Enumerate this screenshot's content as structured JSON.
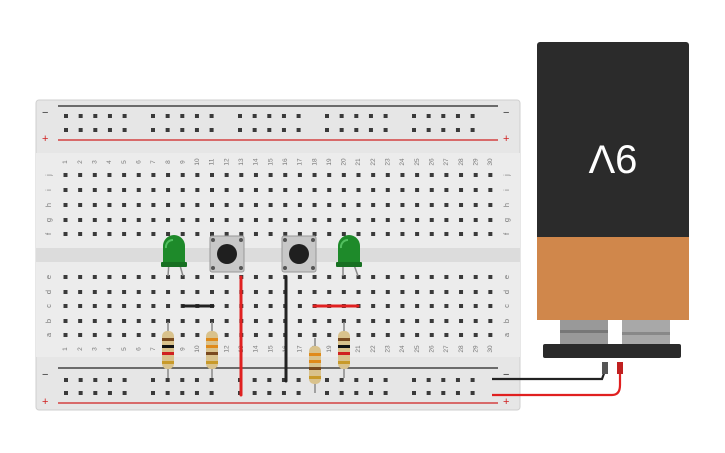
{
  "breadboard": {
    "columns": [
      "1",
      "2",
      "3",
      "4",
      "5",
      "6",
      "7",
      "8",
      "9",
      "10",
      "11",
      "12",
      "13",
      "14",
      "15",
      "16",
      "17",
      "18",
      "19",
      "20",
      "21",
      "22",
      "23",
      "24",
      "25",
      "26",
      "27",
      "28",
      "29",
      "30"
    ],
    "rows_top": [
      "j",
      "i",
      "h",
      "g",
      "f"
    ],
    "rows_bottom": [
      "e",
      "d",
      "c",
      "b",
      "a"
    ],
    "rail_minus": "−",
    "rail_plus": "+"
  },
  "battery": {
    "label": "9V",
    "body_color": "#2b2b2b",
    "cap_color": "#d0874b"
  },
  "components": {
    "led_color": "#1e8a2a",
    "wire_red": "#e02020",
    "wire_black": "#222222"
  }
}
